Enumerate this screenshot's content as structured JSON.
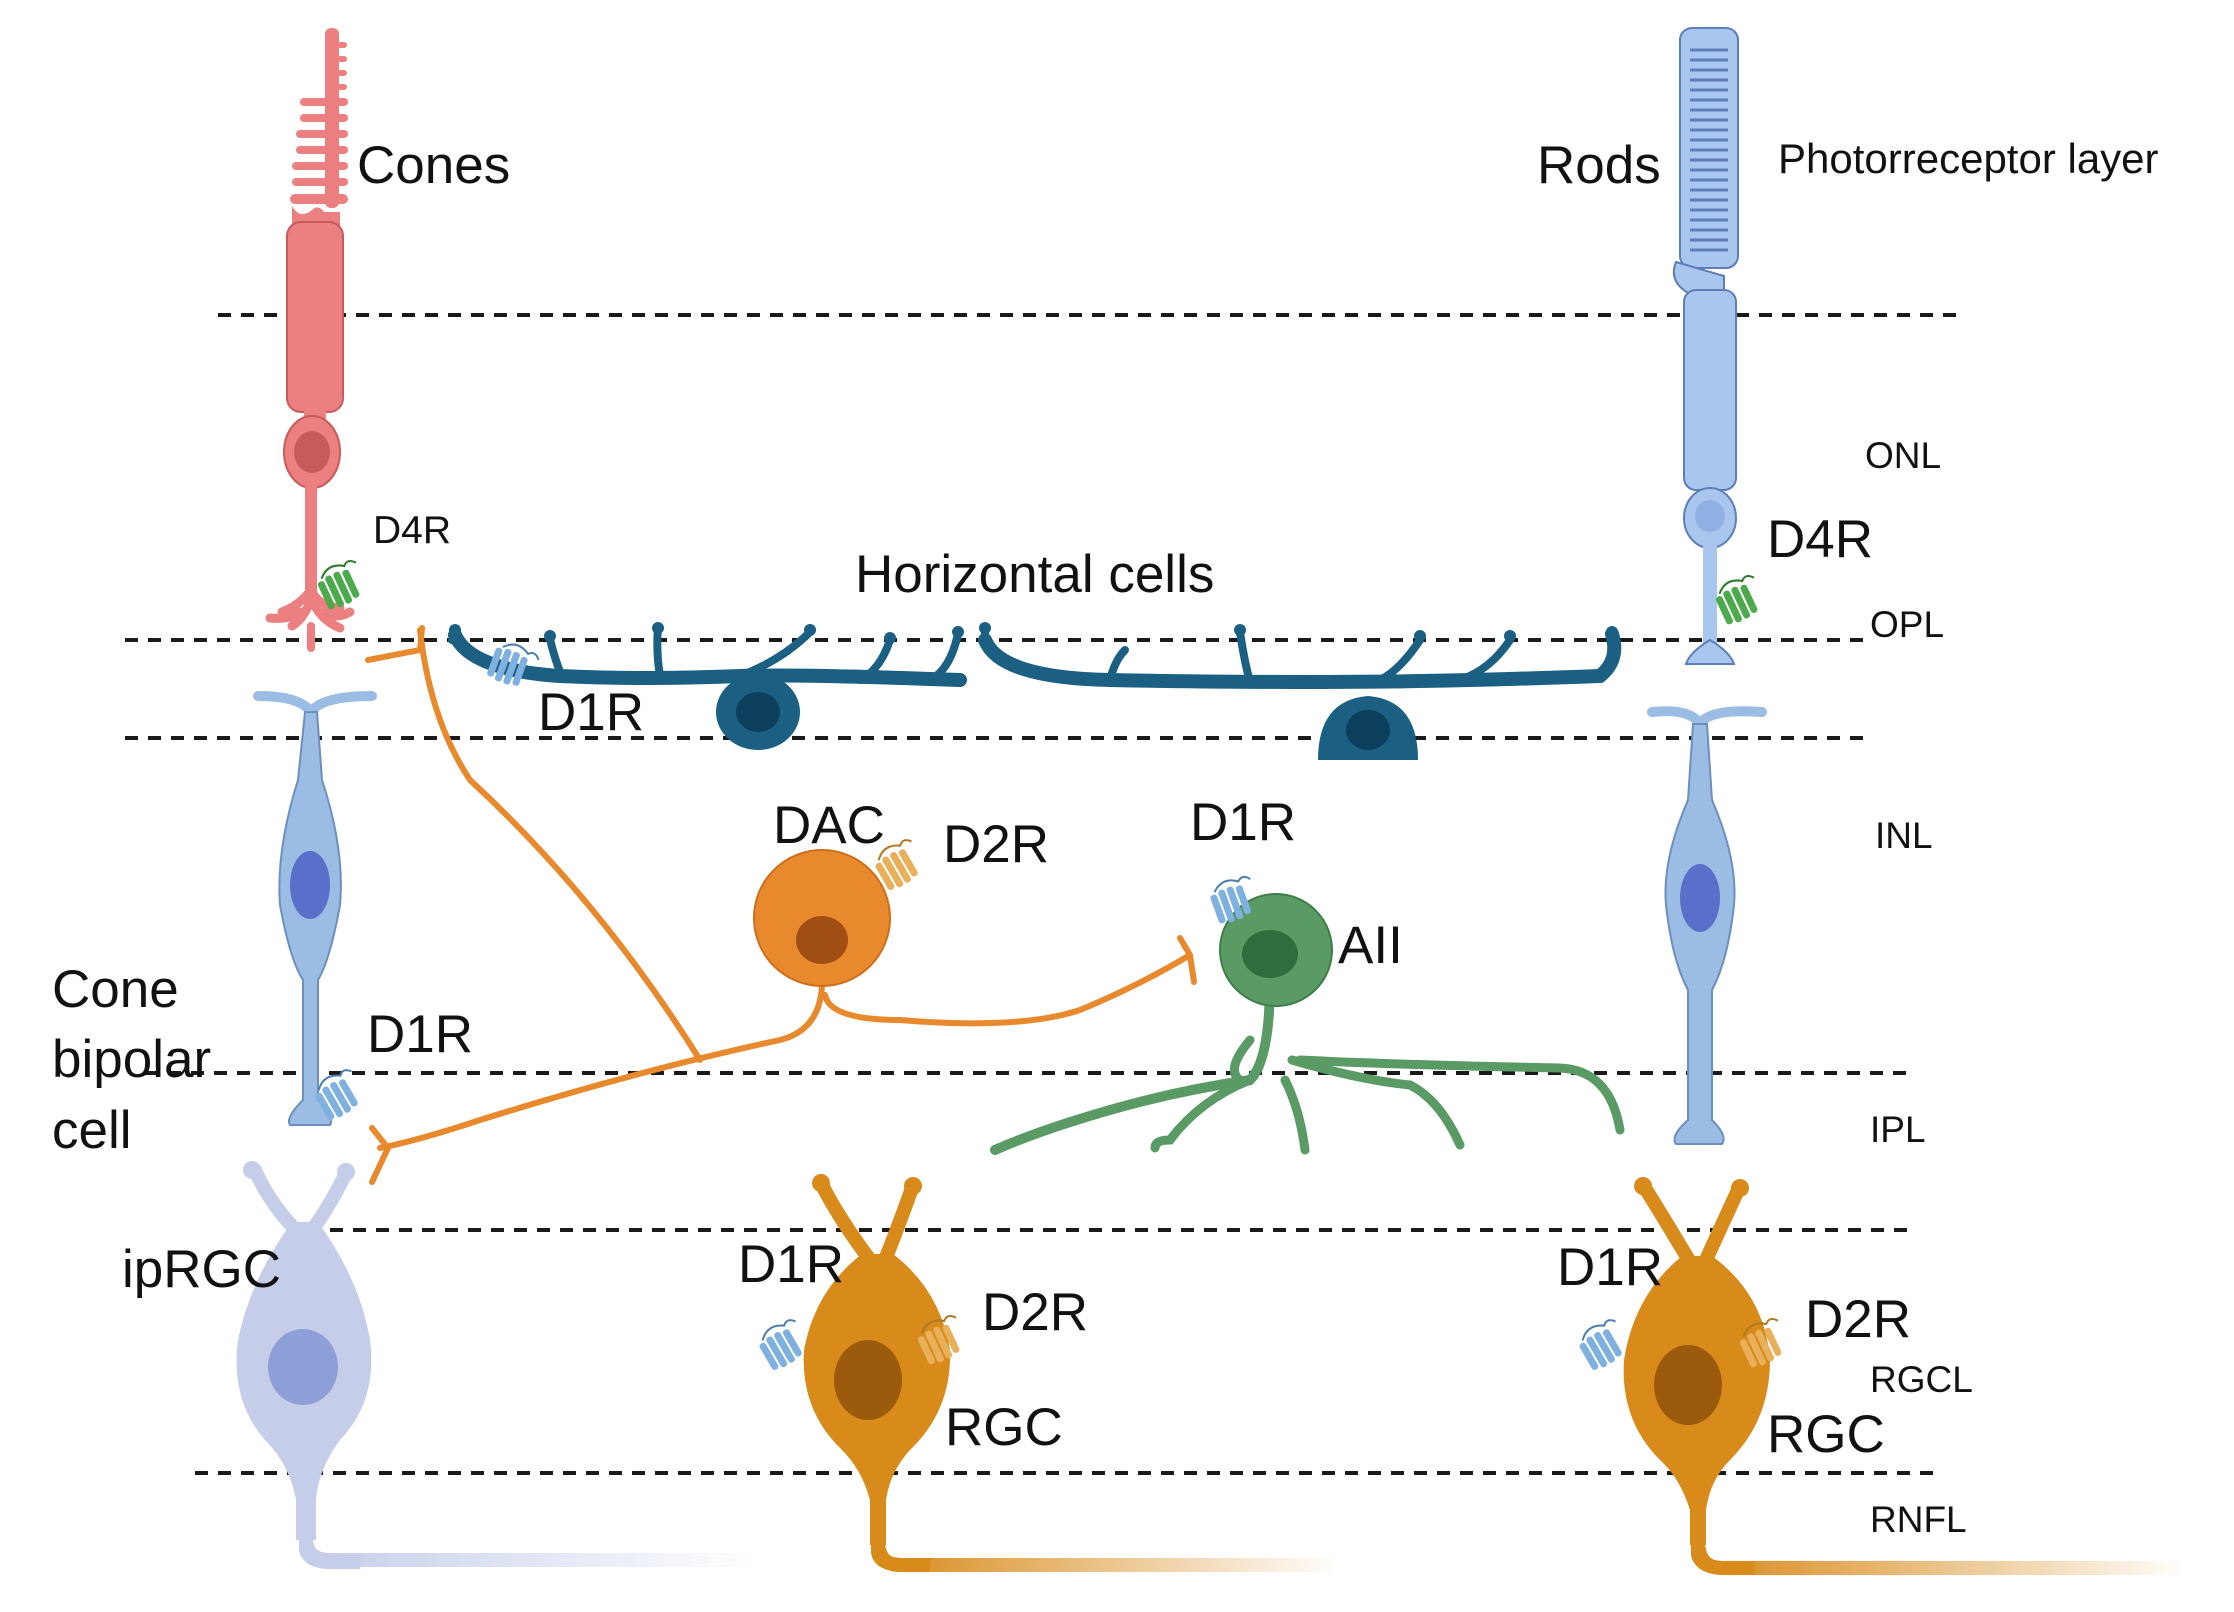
{
  "labels": {
    "cones": "Cones",
    "rods": "Rods",
    "photoreceptor_layer": "Photorreceptor layer",
    "horizontal_cells": "Horizontal cells",
    "dac": "DAC",
    "aii": "AII",
    "cone_bipolar_line1": "Cone",
    "cone_bipolar_line2": "bipolar",
    "cone_bipolar_line3": "cell",
    "iprgc": "ipRGC",
    "rgc_middle": "RGC",
    "rgc_right": "RGC"
  },
  "receptors": {
    "d4r_cone": "D4R",
    "d4r_rod": "D4R",
    "d1r_horizontal": "D1R",
    "d2r_dac": "D2R",
    "d1r_aii": "D1R",
    "d1r_bipolar": "D1R",
    "d1r_rgc_middle": "D1R",
    "d2r_rgc_middle": "D2R",
    "d1r_rgc_right": "D1R",
    "d2r_rgc_right": "D2R"
  },
  "layers": {
    "onl": "ONL",
    "opl": "OPL",
    "inl": "INL",
    "ipl": "IPL",
    "rgcl": "RGCL",
    "rnfl": "RNFL"
  },
  "colors": {
    "cone": "#ec8080",
    "cone_dark": "#c85a5a",
    "rod": "#a9c6ee",
    "rod_dark": "#5c7fb8",
    "bipolar": "#9bbce3",
    "bipolar_nucleus": "#5a6fc9",
    "horizontal": "#1b5f82",
    "horizontal_dark": "#0c3f5c",
    "dac": "#e8892e",
    "dac_dark": "#a14e15",
    "aii": "#5a9a64",
    "aii_dark": "#2f6e3c",
    "iprgc": "#c5cde8",
    "iprgc_nucleus": "#8e9fd8",
    "rgc": "#d88a1a",
    "rgc_dark": "#9b5a0c",
    "d1r_receptor": "#7fb1e0",
    "d2r_receptor": "#e8b05a",
    "d4r_receptor": "#4caa4c"
  }
}
